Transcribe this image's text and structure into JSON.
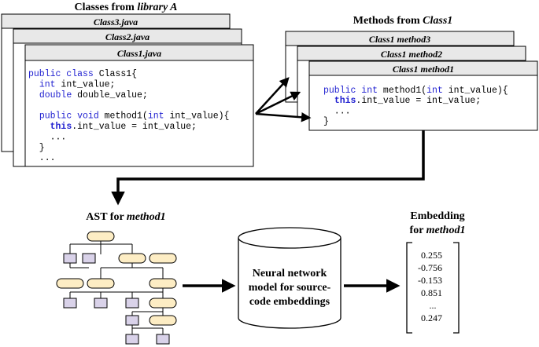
{
  "classes": {
    "heading_prefix": "Classes from ",
    "heading_em": "library A",
    "files": [
      "Class3.java",
      "Class2.java",
      "Class1.java"
    ],
    "code_lines": [
      [
        {
          "t": "public class ",
          "c": "kw"
        },
        {
          "t": "Class1{",
          "c": "txt"
        }
      ],
      [
        {
          "t": "  ",
          "c": "txt"
        },
        {
          "t": "int",
          "c": "kw"
        },
        {
          "t": " int_value;",
          "c": "txt"
        }
      ],
      [
        {
          "t": "  ",
          "c": "txt"
        },
        {
          "t": "double",
          "c": "kw"
        },
        {
          "t": " double_value;",
          "c": "txt"
        }
      ],
      [
        {
          "t": "",
          "c": "txt"
        }
      ],
      [
        {
          "t": "  ",
          "c": "txt"
        },
        {
          "t": "public void ",
          "c": "kw"
        },
        {
          "t": "method1(",
          "c": "txt"
        },
        {
          "t": "int",
          "c": "kw"
        },
        {
          "t": " int_value){",
          "c": "txt"
        }
      ],
      [
        {
          "t": "    ",
          "c": "txt"
        },
        {
          "t": "this",
          "c": "this"
        },
        {
          "t": ".int_value = int_value;",
          "c": "txt"
        }
      ],
      [
        {
          "t": "    ...",
          "c": "txt"
        }
      ],
      [
        {
          "t": "  }",
          "c": "txt"
        }
      ],
      [
        {
          "t": "  ...",
          "c": "txt"
        }
      ]
    ]
  },
  "methods": {
    "heading_prefix": "Methods from ",
    "heading_em": "Class1",
    "cards": [
      "Class1 method3",
      "Class1 method2",
      "Class1 method1"
    ],
    "code_lines": [
      [
        {
          "t": "public int ",
          "c": "kw"
        },
        {
          "t": "method1(",
          "c": "txt"
        },
        {
          "t": "int",
          "c": "kw"
        },
        {
          "t": " int_value){",
          "c": "txt"
        }
      ],
      [
        {
          "t": "  ",
          "c": "txt"
        },
        {
          "t": "this",
          "c": "this"
        },
        {
          "t": ".int_value = int_value;",
          "c": "txt"
        }
      ],
      [
        {
          "t": "  ...",
          "c": "txt"
        }
      ],
      [
        {
          "t": "}",
          "c": "txt"
        }
      ]
    ]
  },
  "ast": {
    "heading_prefix": "AST for ",
    "heading_em": "method1"
  },
  "model": {
    "lines": [
      "Neural network",
      "model for source-",
      "code embeddings"
    ]
  },
  "embedding": {
    "heading_line1": "Embedding",
    "heading_prefix": "for ",
    "heading_em": "method1",
    "values": [
      "0.255",
      "-0.756",
      "-0.153",
      "0.851",
      "...",
      "0.247"
    ]
  },
  "colors": {
    "keyword": "#1f1fd0",
    "header_fill": "#e8e8e8",
    "node_fill": "#fdedc4",
    "leaf_fill": "#d9d2e9",
    "line": "#000000"
  }
}
